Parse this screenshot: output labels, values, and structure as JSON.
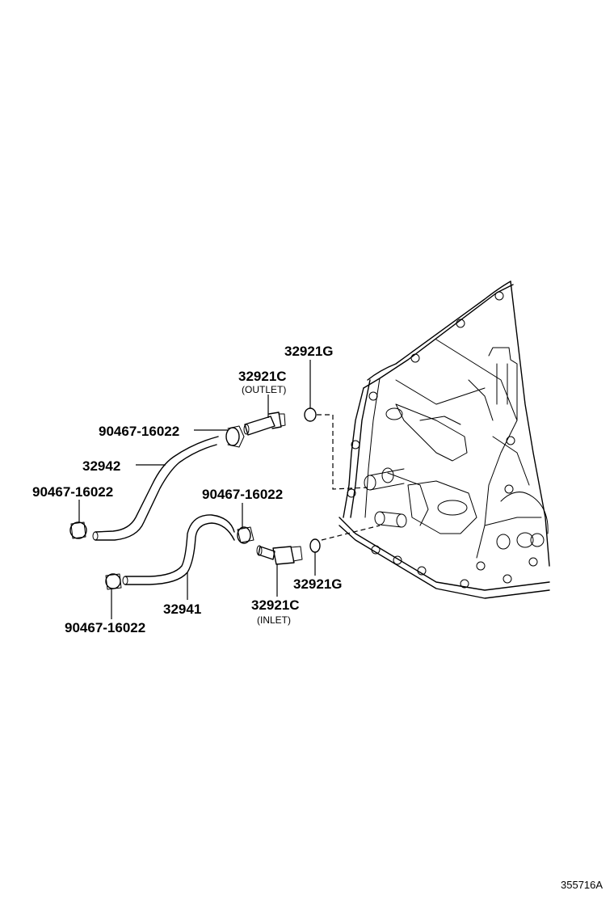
{
  "labels": {
    "o_ring_top": "32921G",
    "union_outlet": "32921C",
    "union_outlet_sub": "(OUTLET)",
    "clamp_upper_right": "90467-16022",
    "hose_upper": "32942",
    "clamp_upper_left": "90467-16022",
    "clamp_lower_right": "90467-16022",
    "o_ring_bottom": "32921G",
    "union_inlet": "32921C",
    "union_inlet_sub": "(INLET)",
    "hose_lower": "32941",
    "clamp_lower_left": "90467-16022"
  },
  "reference_code": "355716A"
}
